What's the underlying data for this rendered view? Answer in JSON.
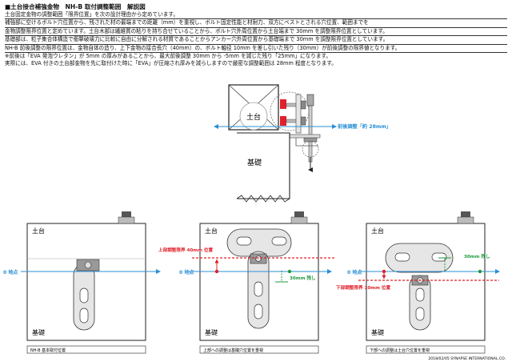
{
  "header": {
    "title": "■土台接合補強金物　NH-B 取付調整範囲　解説図",
    "lines": [
      "土台固定金物の調整範囲「限界位置」を次の設計理由から定めています。",
      "補強部に空けるボルト穴位置から、残された材の最端までの距離（mm）を重視し、ボルト固定性能と材耐力、双方にベストとされる穴位置、範囲までを",
      "金物調整限界位置と定めています。土台木部は繊維質の粘りを持ち合せていることから、ボルト穴外周位置から土台端まで 30mm を調整限界位置としています。",
      "基礎部は、粒子集合体構造で衝撃破壊力に比較に自由に分解される材質であることからアンカー穴外周位置から基礎端まで 30mm を調整限界位置としています。",
      "NH-B 前後調整の限界位置は、金物自体の造り、上下金物の接合長穴（40mm）の、ボルト軸径 10mm を差し引いた残り（30mm）が前後調整の限界値となります。",
      "※前後は「EVA 発泡ウレタン」が 5mm の厚みがあることから、最大前後調整 30mm から -5mm を減じた残り「25mm」になります。",
      "実際には、EVA 付きの土台部金物を先に取付けた時に「EVA」が圧縮され厚みを減らしますので厳密な調整範囲は 28mm 程度となります。"
    ]
  },
  "top_diagram": {
    "dodai": "土台",
    "kiso": "基礎",
    "arrow_label": "前後調整「約 28mm」"
  },
  "panels": [
    {
      "dodai": "土台",
      "kiso": "基礎",
      "zero": "0 地点",
      "caption": "NH-B 基本取付位置"
    },
    {
      "dodai": "土台",
      "kiso": "基礎",
      "zero": "0 地点",
      "caption": "上部への調整は基礎穴位置を重視",
      "limit": "上部調整限界 40mm 位置",
      "remain": "30mm 残し"
    },
    {
      "dodai": "土台",
      "kiso": "基礎",
      "zero": "0 地点",
      "caption": "下部への調整は土台穴位置を重視",
      "limit": "下部調整限界 10mm 位置",
      "remain": "30mm 残し"
    }
  ],
  "footer": "2018/02/05  SYNAPSE INTERNATIONAL.CO.",
  "colors": {
    "blue": "#2a8fd6",
    "red": "#e0202a",
    "green": "#1e9a3c",
    "orange": "#f08a1c"
  }
}
